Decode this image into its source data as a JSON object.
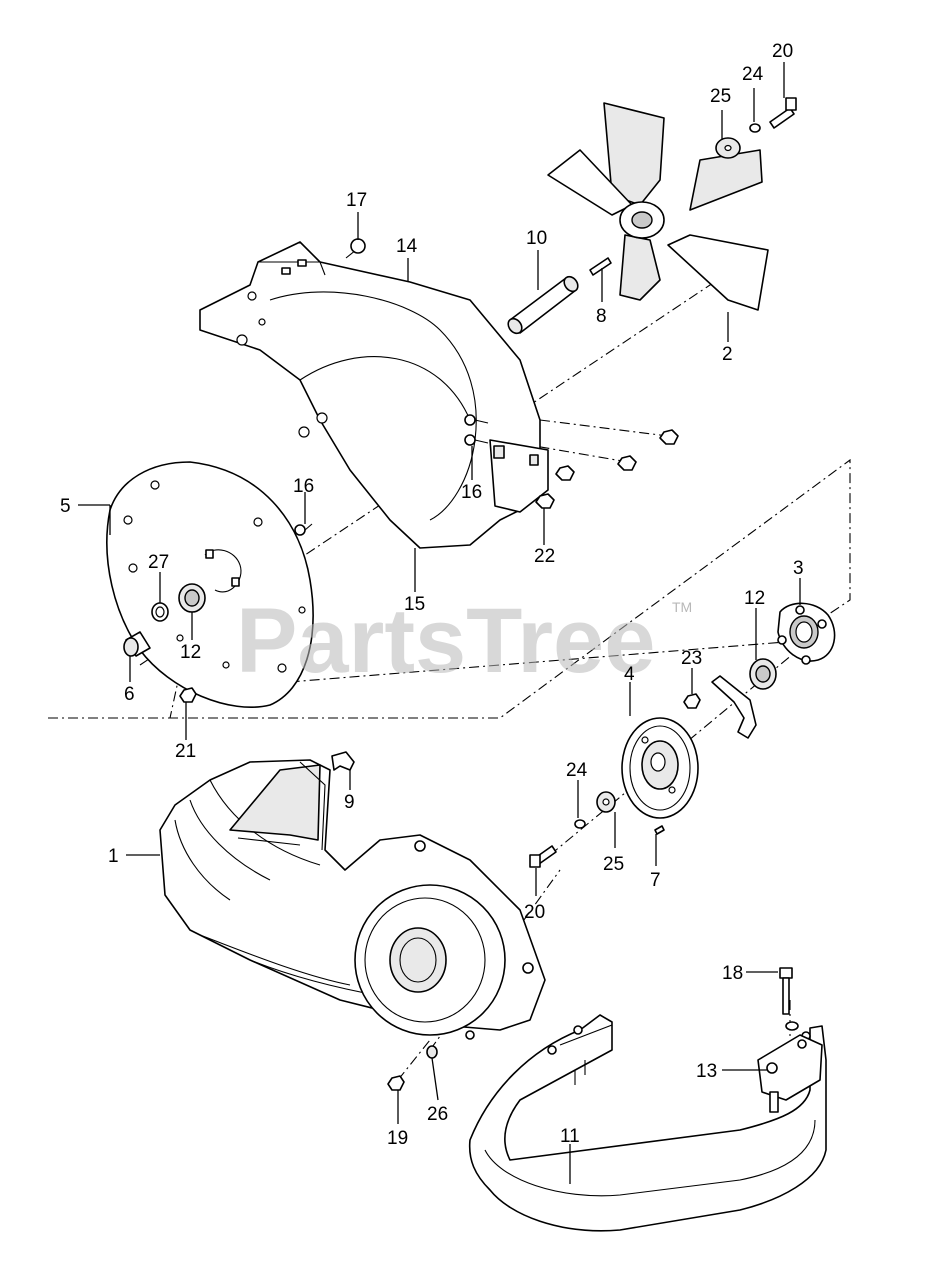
{
  "watermark": {
    "brand": "PartsTree",
    "trademark": "TM"
  },
  "callouts": {
    "c1": "1",
    "c2": "2",
    "c3": "3",
    "c4": "4",
    "c5": "5",
    "c6": "6",
    "c7": "7",
    "c8": "8",
    "c9": "9",
    "c10": "10",
    "c11": "11",
    "c12a": "12",
    "c12b": "12",
    "c13": "13",
    "c14": "14",
    "c15": "15",
    "c16a": "16",
    "c16b": "16",
    "c17": "17",
    "c18": "18",
    "c19": "19",
    "c20a": "20",
    "c20b": "20",
    "c21": "21",
    "c22": "22",
    "c23": "23",
    "c24a": "24",
    "c24b": "24",
    "c25a": "25",
    "c25b": "25",
    "c26": "26",
    "c27": "27"
  }
}
